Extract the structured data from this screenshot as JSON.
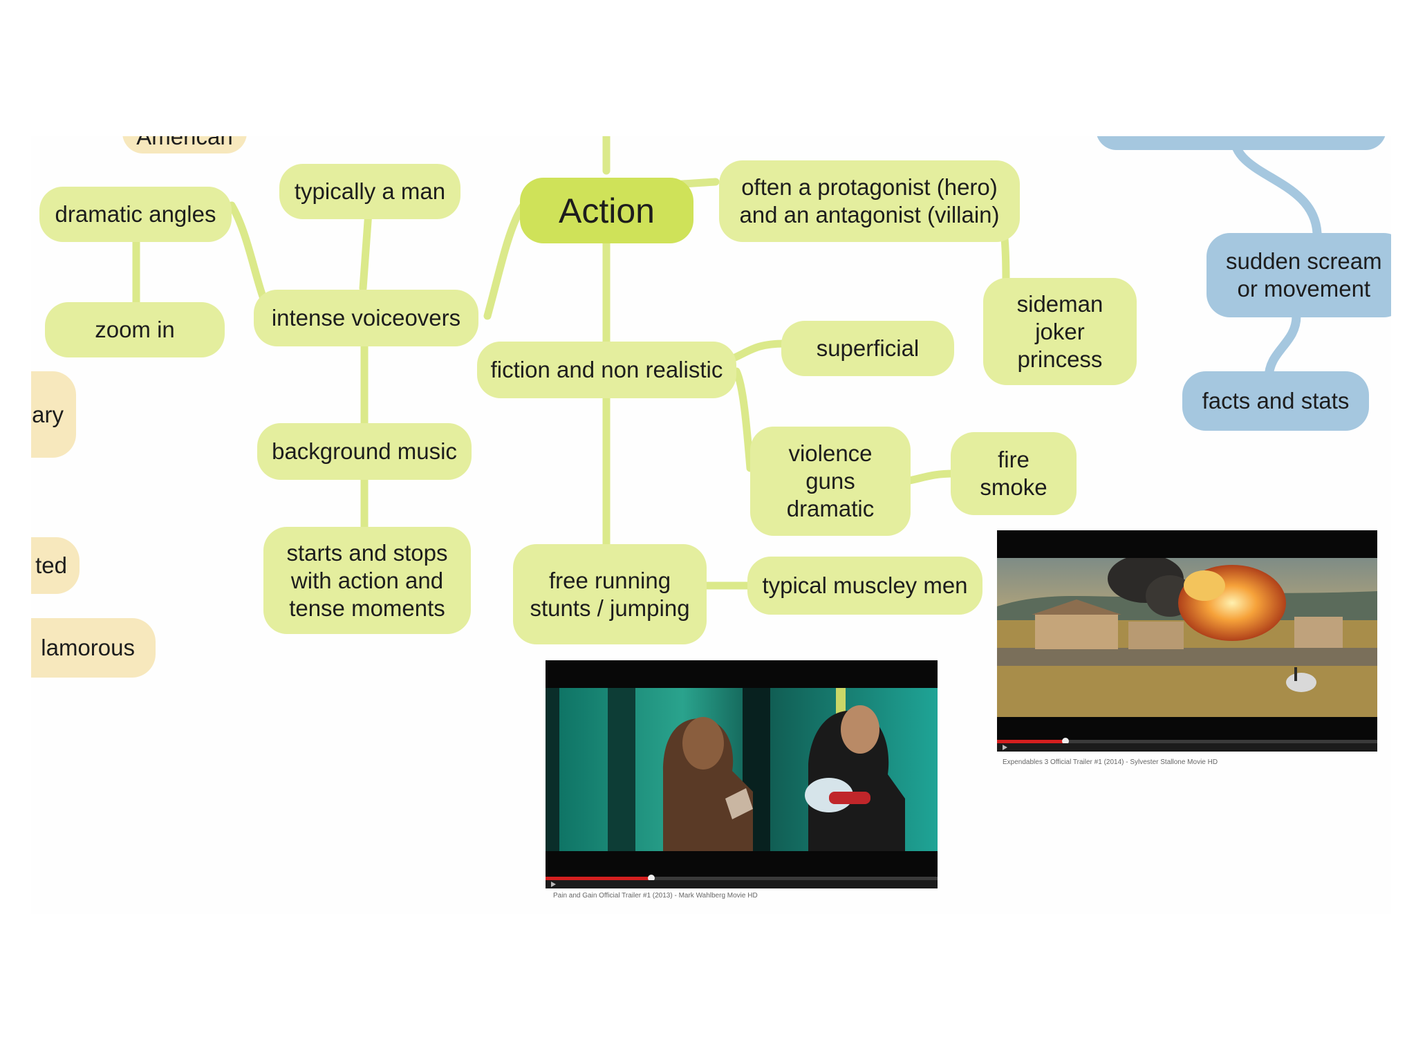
{
  "mindmap": {
    "root": "Action",
    "nodes": {
      "typically_a_man": "typically a man",
      "dramatic_angles": "dramatic angles",
      "zoom_in": "zoom in",
      "intense_voiceovers": "intense voiceovers",
      "background_music": "background music",
      "starts_and_stops": "starts and stops\nwith action and\ntense moments",
      "protagonist_antagonist": "often a protagonist (hero)\nand an antagonist (villain)",
      "sideman_joker_princess": "sideman\njoker\nprincess",
      "fiction_non_realistic": "fiction and non realistic",
      "superficial": "superficial",
      "violence_guns_dramatic": "violence\nguns\ndramatic",
      "fire_smoke": "fire\nsmoke",
      "free_running": "free running\nstunts / jumping",
      "muscley_men": "typical muscley men"
    },
    "left_partial": {
      "american": "American",
      "ary": "ary",
      "ted": "ted",
      "glamorous": "lamorous"
    },
    "right_partial": {
      "sudden_scream": "sudden scream\nor movement",
      "facts_and_stats": "facts and stats"
    }
  },
  "videos": {
    "training": {
      "caption": "Pain and Gain Official Trailer #1 (2013) - Mark Wahlberg Movie HD",
      "progress": 0.27
    },
    "explosion": {
      "caption": "Expendables 3 Official Trailer #1 (2014) - Sylvester Stallone Movie HD",
      "progress": 0.18
    }
  },
  "colors": {
    "node_green": "#e4ee9e",
    "root_green": "#cfe259",
    "link_green": "#dbe98a",
    "node_orange": "#f7e8bd",
    "node_blue": "#a5c7df",
    "link_blue": "#a5c7df"
  }
}
